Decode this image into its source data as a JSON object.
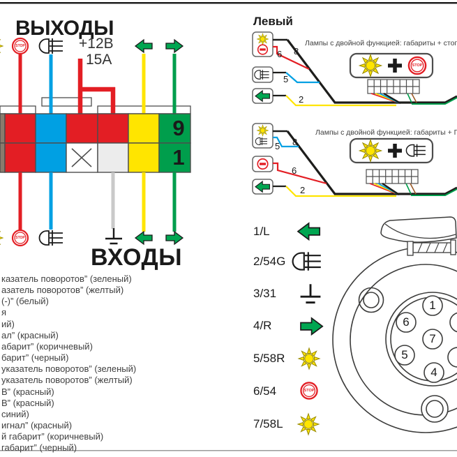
{
  "outputs": {
    "title": "ВЫХОДЫ",
    "voltage": "+12В",
    "current": "15А"
  },
  "inputs": {
    "title": "ВХОДЫ",
    "lines": [
      "казатель поворотов” (зеленый)",
      "азатель поворотов” (желтый)",
      "(-)” (белый)",
      "я",
      "ий)",
      "ал” (красный)",
      "абарит” (коричневый)",
      "барит” (черный)",
      "указатель поворотов” (зеленый)",
      "указатель поворотов” (желтый)",
      "В” (красный)",
      "В” (красный)",
      "синий)",
      "игнал” (красный)",
      "й габарит” (коричневый)",
      "габарит” (черный)"
    ]
  },
  "block": {
    "top_number": "9",
    "bottom_number": "1"
  },
  "left_lamps": {
    "title": "Левый",
    "diagram1": {
      "caption": "Лампы с двойной функцией: габариты + стоп",
      "labels": {
        "black": "8",
        "red": "6",
        "blue": "5",
        "yellow": "2"
      }
    },
    "diagram2": {
      "caption": "Лампы с двойной функцией: габариты + ПТФ",
      "labels": {
        "black": "8",
        "blue": "5",
        "red": "6",
        "yellow": "2"
      }
    }
  },
  "pins": [
    {
      "label": "1/L"
    },
    {
      "label": "2/54G"
    },
    {
      "label": "3/31"
    },
    {
      "label": "4/R"
    },
    {
      "label": "5/58R"
    },
    {
      "label": "6/54"
    },
    {
      "label": "7/58L"
    }
  ],
  "socket": {
    "pin_numbers": [
      "1",
      "6",
      "7",
      "5",
      "4"
    ]
  },
  "icons": {
    "stop_text": "STOP"
  },
  "colors": {
    "red": "#e31e24",
    "blue": "#00a0e3",
    "yellow": "#ffe500",
    "green_cell": "#009e4c",
    "arrow_green": "#00a651",
    "brown": "#8a7b6d",
    "gray_wire": "#c9c9c9",
    "cable": "#1d1d1b"
  }
}
